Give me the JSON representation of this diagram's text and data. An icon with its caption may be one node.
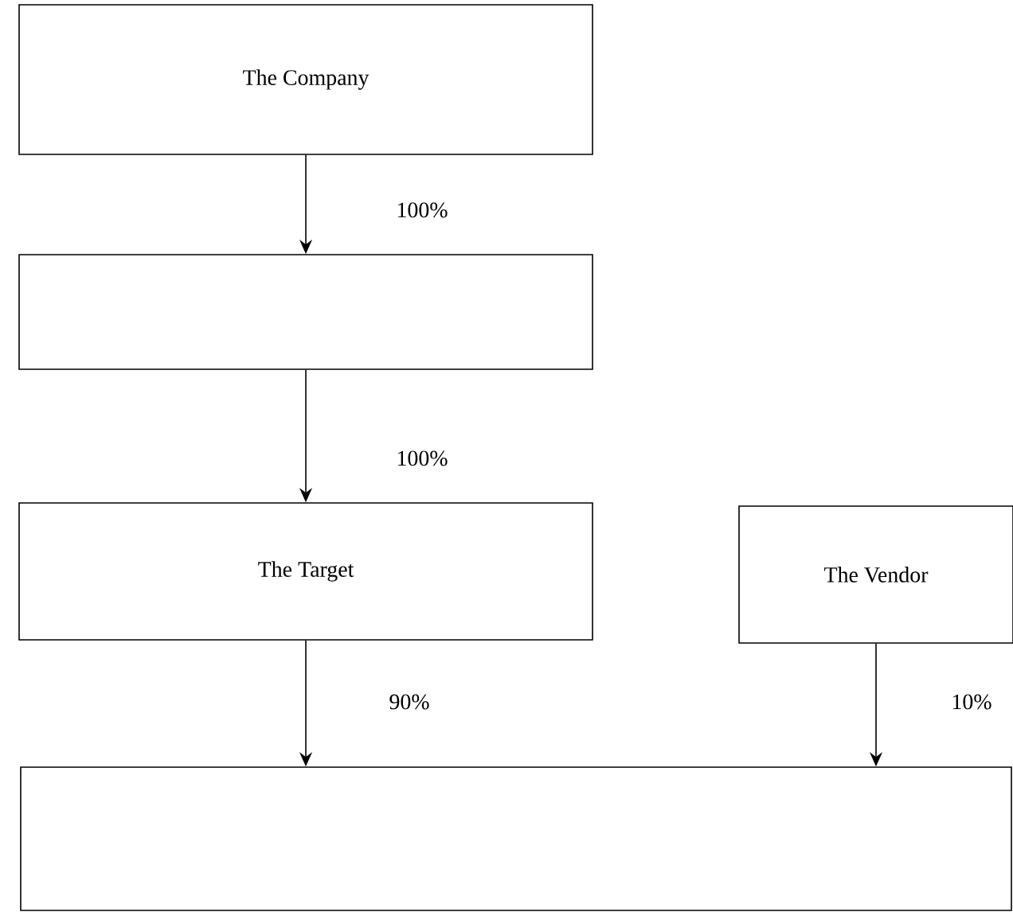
{
  "diagram": {
    "nodes": [
      {
        "text": [
          "The Company"
        ]
      },
      {
        "text": [],
        "shape": "box"
      },
      {
        "text": [
          "The Target"
        ]
      },
      {
        "text": [
          "The Vendor"
        ]
      },
      {
        "text": [],
        "shape": "box"
      }
    ],
    "edges": [
      {
        "from": 0,
        "to": 1,
        "arrow": "to",
        "label": "100%"
      },
      {
        "from": 1,
        "to": 2,
        "arrow": "to",
        "label": "100%"
      },
      {
        "from": 2,
        "to": 4,
        "arrow": "to",
        "label": "90%"
      },
      {
        "from": 3,
        "to": 4,
        "arrow": "to",
        "label": "10%"
      }
    ]
  }
}
